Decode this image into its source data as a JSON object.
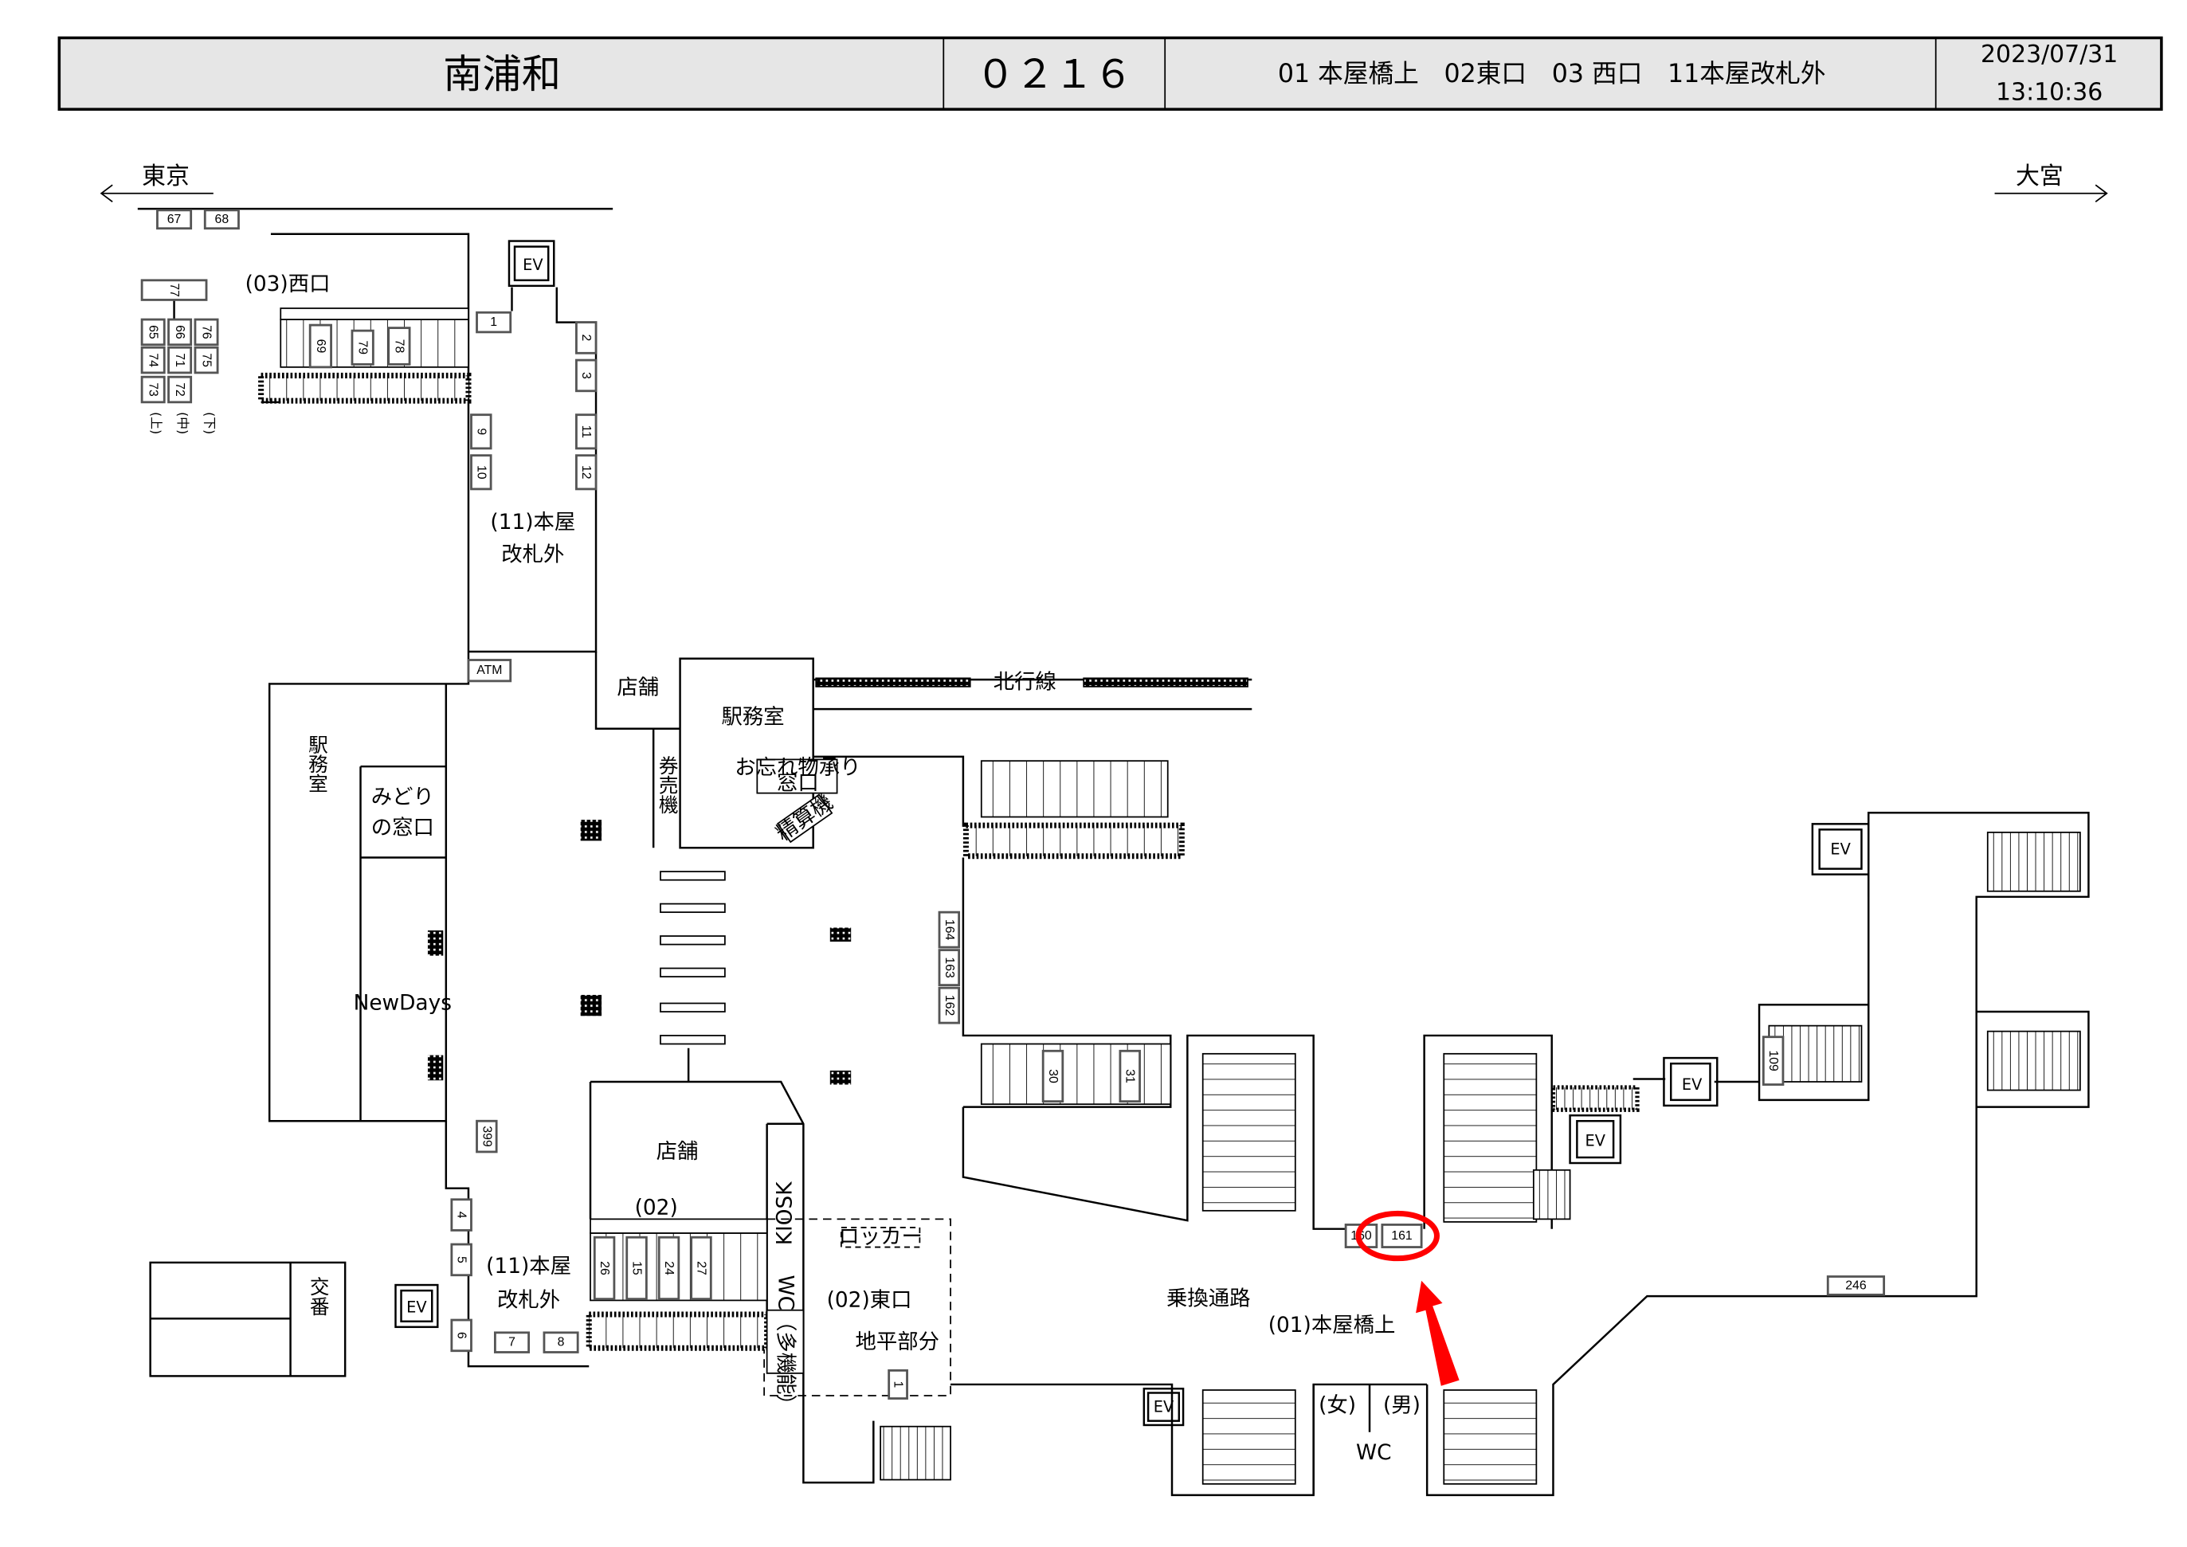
{
  "header": {
    "station_name": "南浦和",
    "station_code": "０２１６",
    "exits": "01 本屋橋上　02東口　03 西口　11本屋改札外",
    "date": "2023/07/31",
    "time": "13:10:36"
  },
  "directions": {
    "left": "東京",
    "right": "大宮"
  },
  "labels": {
    "west_exit": "(03)西口",
    "car_upper": "(上)",
    "car_middle": "(中)",
    "car_lower": "(下)",
    "outside_gate_top_1": "(11)本屋",
    "outside_gate_top_2": "改札外",
    "shop_top": "店舗",
    "station_office_top": "駅務室",
    "northbound_line": "北行線",
    "station_office_left": "駅務室",
    "midori_1": "みどり",
    "midori_2": "の窓口",
    "newdays": "NewDays",
    "ticket_machine": "券売機",
    "lost_found_1": "お忘れ物承り",
    "lost_found_2": "窓口",
    "fare_adjust": "精算機",
    "shop_bottom": "店舗",
    "exit02_small": "(02)",
    "kiosk": "KIOSK",
    "east_exit": "(02)東口",
    "locker": "ロッカー",
    "wc_multi": "WC（多機能）",
    "ground_level": "地平部分",
    "outside_gate_bottom_1": "(11)本屋",
    "outside_gate_bottom_2": "改札外",
    "police_box": "交番",
    "transfer_passage": "乗換通路",
    "main_bridge": "(01)本屋橋上",
    "women": "(女)",
    "men": "(男)",
    "wc": "WC",
    "ev": "EV"
  },
  "markers": [
    "67",
    "68",
    "77",
    "65",
    "66",
    "76",
    "74",
    "71",
    "75",
    "73",
    "72",
    "69",
    "79",
    "78",
    "1",
    "2",
    "3",
    "9",
    "10",
    "11",
    "12",
    "ATM",
    "164",
    "163",
    "162",
    "30",
    "31",
    "399",
    "4",
    "5",
    "6",
    "7",
    "8",
    "26",
    "15",
    "24",
    "27",
    "1",
    "160",
    "161",
    "246",
    "109"
  ],
  "highlight": {
    "marker": "161",
    "color": "#ff0000"
  }
}
